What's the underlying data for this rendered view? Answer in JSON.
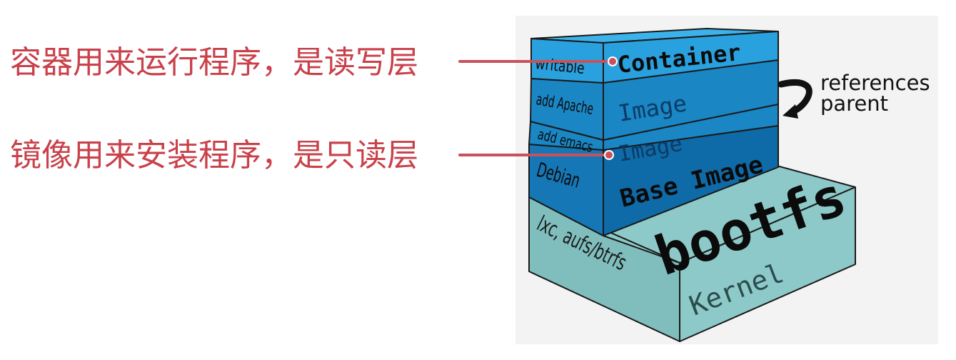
{
  "annotations": {
    "container_note": "容器用来运行程序，是读写层",
    "image_note": "镜像用来安装程序，是只读层"
  },
  "diagram": {
    "layers": {
      "writable": {
        "side_label": "writable",
        "face_label": "Container"
      },
      "apache": {
        "side_label": "add Apache",
        "face_label": "Image"
      },
      "emacs": {
        "side_label": "add emacs",
        "face_label": "Image"
      },
      "debian": {
        "side_label": "Debian",
        "face_label": "Base Image"
      },
      "kernel": {
        "side_label": "lxc, aufs/btrfs",
        "face_label": "Kernel"
      },
      "bootfs": {
        "label": "bootfs"
      }
    },
    "references_label_line1": "references",
    "references_label_line2": "parent"
  },
  "colors": {
    "annotation_text": "#c9414a",
    "pointer_line": "#c9525a",
    "panel_background": "#f3f3f3",
    "layer_light": "#2aa1df",
    "layer_mid": "#1a86c4",
    "layer_dark": "#0f6aa8",
    "layer_outline": "#1a1a1a",
    "kernel_teal": "#8dc9c8",
    "kernel_teal_dark": "#6fb3b2"
  }
}
